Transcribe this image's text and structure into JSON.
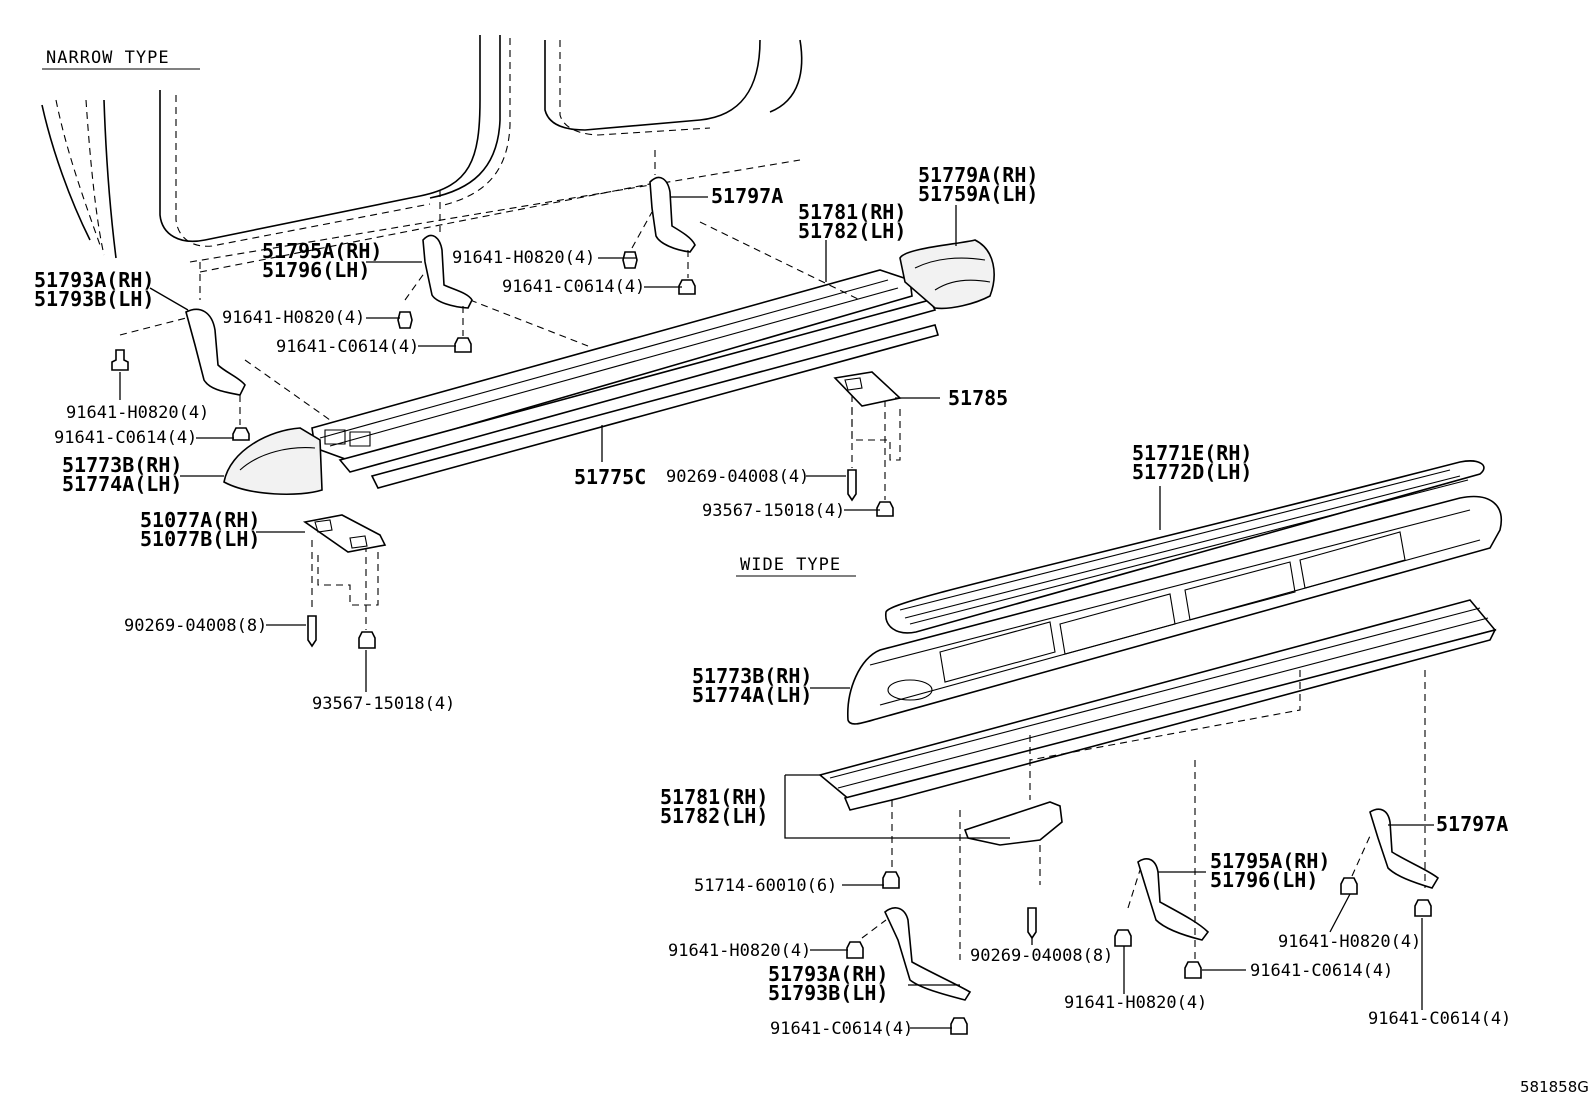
{
  "headers": {
    "narrow_type": "NARROW TYPE",
    "wide_type": "WIDE TYPE"
  },
  "reference_code": "581858G",
  "narrow_labels": {
    "p51797A": "51797A",
    "p51779A": "51779A(RH)",
    "p51759A": "51759A(LH)",
    "p51781": "51781(RH)",
    "p51782": "51782(LH)",
    "p51795A": "51795A(RH)",
    "p51796": "51796(LH)",
    "f91641_H0820_top": "91641-H0820(4)",
    "f91641_C0614_top": "91641-C0614(4)",
    "p51793A": "51793A(RH)",
    "p51793B": "51793B(LH)",
    "f91641_H0820_mid": "91641-H0820(4)",
    "f91641_C0614_mid": "91641-C0614(4)",
    "f91641_H0820_left": "91641-H0820(4)",
    "f91641_C0614_left": "91641-C0614(4)",
    "p51785": "51785",
    "p51773B": "51773B(RH)",
    "p51774A": "51774A(LH)",
    "p51775C": "51775C",
    "f90269_04008_4": "90269-04008(4)",
    "f93567_15018_4_right": "93567-15018(4)",
    "p51077A": "51077A(RH)",
    "p51077B": "51077B(LH)",
    "f90269_04008_8": "90269-04008(8)",
    "f93567_15018_4_left": "93567-15018(4)"
  },
  "wide_labels": {
    "p51771E": "51771E(RH)",
    "p51772D": "51772D(LH)",
    "p51773B": "51773B(RH)",
    "p51774A": "51774A(LH)",
    "p51781": "51781(RH)",
    "p51782": "51782(LH)",
    "p51797A": "51797A",
    "p51795A": "51795A(RH)",
    "p51796": "51796(LH)",
    "f51714_60010": "51714-60010(6)",
    "f91641_H0820_a": "91641-H0820(4)",
    "p51793A": "51793A(RH)",
    "p51793B": "51793B(LH)",
    "f91641_C0614_a": "91641-C0614(4)",
    "f90269_04008_8": "90269-04008(8)",
    "f91641_H0820_b": "91641-H0820(4)",
    "f91641_C0614_b": "91641-C0614(4)",
    "f91641_H0820_c": "91641-H0820(4)",
    "f91641_C0614_c": "91641-C0614(4)"
  }
}
